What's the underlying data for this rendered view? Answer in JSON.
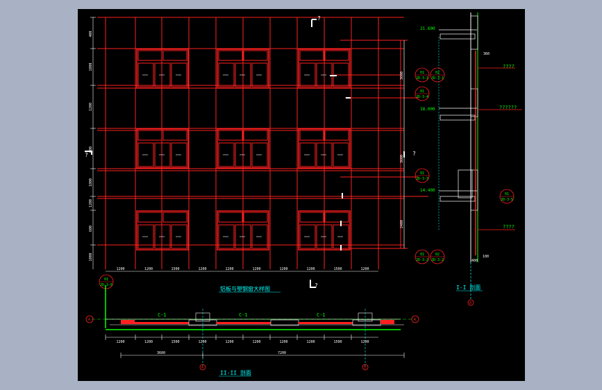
{
  "drawing": {
    "elevation_title": "铝板与塑钢窗大样图",
    "section_1_title": "I-I 剖面",
    "section_2_title": "II-II 剖面",
    "window_label": "C-1",
    "section_mark": "?",
    "axis_a": "A",
    "axis_4": "4",
    "axis_5": "5",
    "levels": [
      "21.600",
      "18.000",
      "14.400"
    ],
    "left_dims": [
      "400",
      "1800",
      "1200",
      "600",
      "1800",
      "1200",
      "600",
      "1800"
    ],
    "bottom_dims": [
      "1200",
      "1200",
      "1500",
      "1200",
      "1200",
      "1200",
      "1200",
      "1200",
      "1500",
      "1200"
    ],
    "plan_dims": [
      "1200",
      "1200",
      "1500",
      "1200",
      "1200",
      "1200",
      "1200",
      "1200",
      "1500",
      "1200"
    ],
    "overall_dims": [
      "3600",
      "7200"
    ],
    "right_dims": [
      "3600",
      "3600",
      "2400"
    ],
    "section_dims": [
      "360",
      "400",
      "100"
    ],
    "callouts": [
      {
        "top": "01",
        "bottom": "JD-3-1"
      },
      {
        "top": "02",
        "bottom": "JD-3-1"
      },
      {
        "top": "01",
        "bottom": "JD-3-4"
      },
      {
        "top": "01",
        "bottom": "JD-3-3"
      },
      {
        "top": "01",
        "bottom": "JD-3-5"
      },
      {
        "top": "01",
        "bottom": "JD-3-2"
      },
      {
        "top": "02",
        "bottom": "JD-3-2"
      },
      {
        "top": "01",
        "bottom": "JD-3-6"
      }
    ],
    "notes": [
      "????",
      "??????",
      "????"
    ],
    "colors": {
      "background": "#000000",
      "frame": "#a9b2c4",
      "grid": "#ff0000",
      "text": "#00ff00",
      "dim": "#ffffff",
      "accent": "#00ffff"
    }
  }
}
